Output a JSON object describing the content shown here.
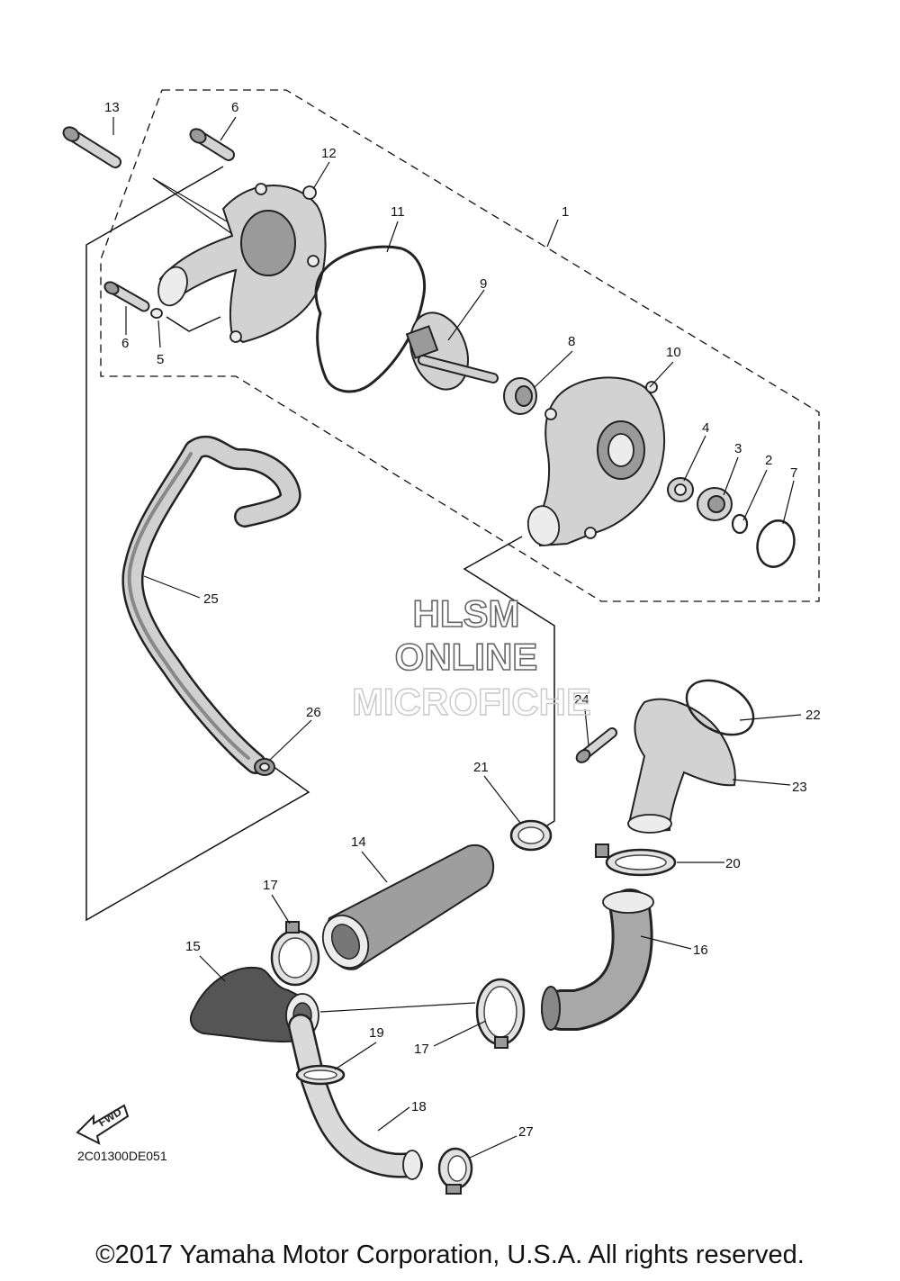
{
  "diagram_code": "2C01300DE051",
  "fwd_label": "FWD",
  "watermark": {
    "line1": "HLSM",
    "line2": "ONLINE",
    "line3": "MICROFICHE"
  },
  "copyright": "©2017 Yamaha Motor Corporation, U.S.A. All rights reserved.",
  "callouts": {
    "c1": "1",
    "c2": "2",
    "c3": "3",
    "c4": "4",
    "c5": "5",
    "c6a": "6",
    "c6b": "6",
    "c7": "7",
    "c8": "8",
    "c9": "9",
    "c10": "10",
    "c11": "11",
    "c12": "12",
    "c13": "13",
    "c14": "14",
    "c15": "15",
    "c16": "16",
    "c17a": "17",
    "c17b": "17",
    "c18": "18",
    "c19": "19",
    "c20": "20",
    "c21": "21",
    "c22": "22",
    "c23": "23",
    "c24": "24",
    "c25": "25",
    "c26": "26",
    "c27": "27"
  }
}
